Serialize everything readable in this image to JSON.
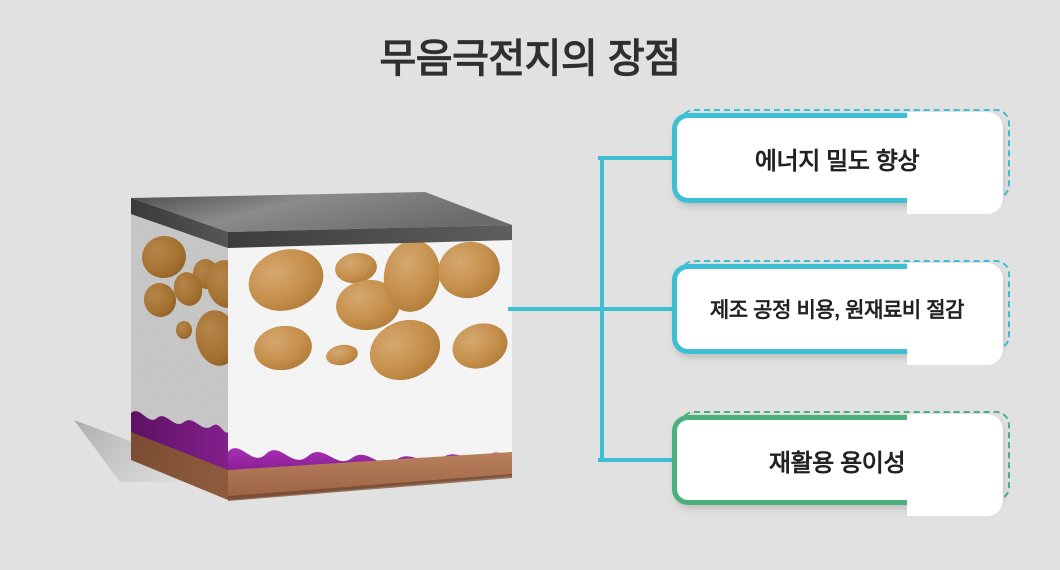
{
  "slide": {
    "title": "무음극전지의 장점",
    "background_color": "#e1e1e1",
    "title_color": "#2f2f2f"
  },
  "callouts": [
    {
      "label": "에너지 밀도 향상",
      "accent_color": "#3dbfd4",
      "style": "teal",
      "size": "large"
    },
    {
      "label": "제조 공정 비용, 원재료비 절감",
      "accent_color": "#3dbfd4",
      "style": "teal",
      "size": "small"
    },
    {
      "label": "재활용 용이성",
      "accent_color": "#4cb07c",
      "style": "green",
      "size": "large"
    }
  ],
  "connector": {
    "color": "#3dbfd4",
    "green_color": "#4cb07c",
    "stroke_width": 4
  },
  "illustration": {
    "name": "anode-free-battery-cube",
    "layers": [
      {
        "name": "top-current-collector",
        "color": "#5a5a5a"
      },
      {
        "name": "separator-porous-matrix",
        "color": "#e8e8e8"
      },
      {
        "name": "lithium-particles",
        "color": "#cf9452"
      },
      {
        "name": "plated-lithium-layer",
        "color": "#8e2a96"
      },
      {
        "name": "copper-current-collector",
        "color": "#a9714f"
      }
    ]
  }
}
